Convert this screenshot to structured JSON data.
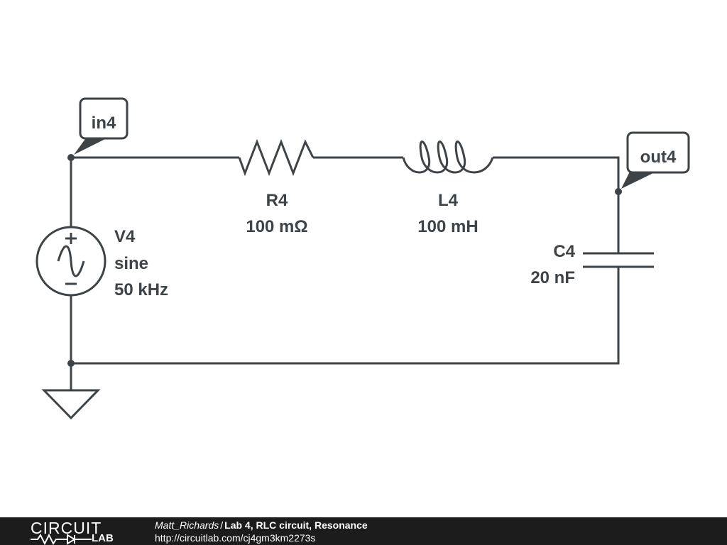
{
  "circuit": {
    "source": {
      "name": "V4",
      "type": "sine",
      "value": "50 kHz"
    },
    "resistor": {
      "name": "R4",
      "value": "100 mΩ"
    },
    "inductor": {
      "name": "L4",
      "value": "100 mH"
    },
    "capacitor": {
      "name": "C4",
      "value": "20 nF"
    },
    "nodes": {
      "input": "in4",
      "output": "out4"
    }
  },
  "footer": {
    "logo_top": "CIRCUIT",
    "logo_bottom": "LAB",
    "author": "Matt_Richards",
    "separator": "/",
    "title": "Lab 4, RLC circuit, Resonance",
    "url": "http://circuitlab.com/cj4gm3km2273s"
  },
  "colors": {
    "ink": "#3d4347",
    "footer_bg": "#1c1c1c",
    "footer_text": "#ffffff"
  }
}
